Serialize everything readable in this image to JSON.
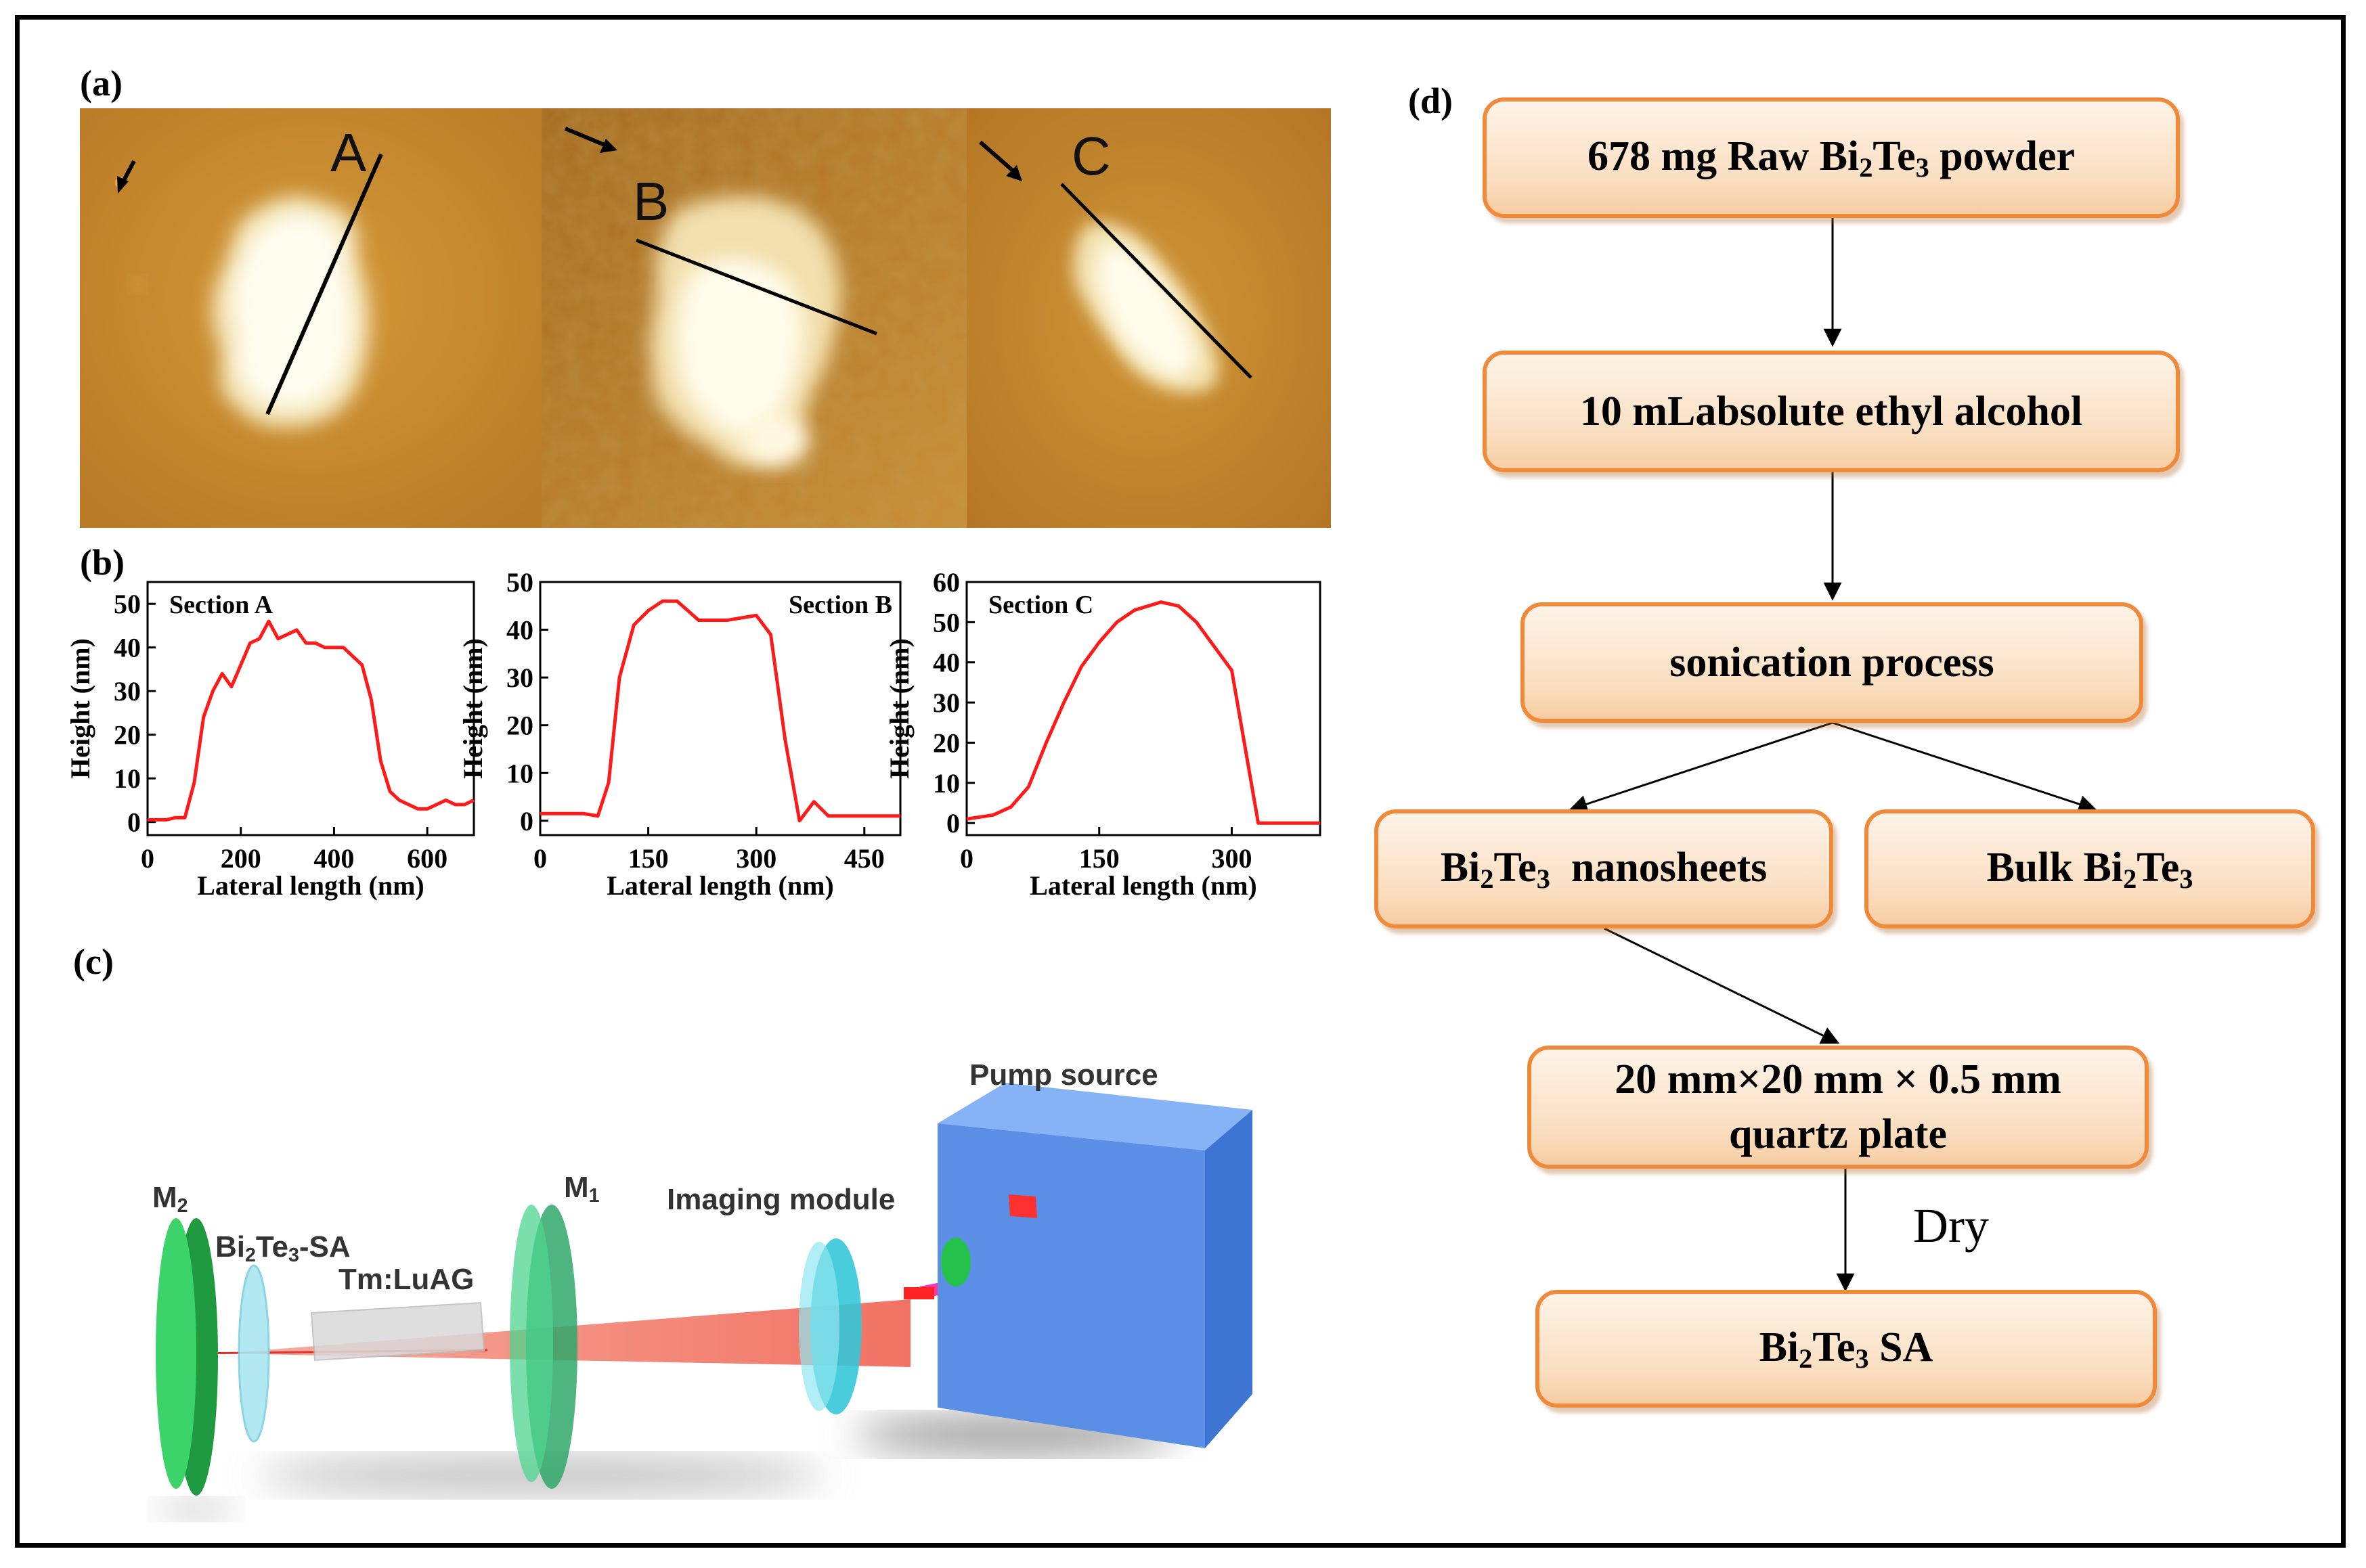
{
  "panel_labels": {
    "a": "(a)",
    "b": "(b)",
    "c": "(c)",
    "d": "(d)"
  },
  "afm": {
    "sections": [
      {
        "letter": "A"
      },
      {
        "letter": "B"
      },
      {
        "letter": "C"
      }
    ],
    "colors": {
      "background": "#c48a2e",
      "flake": "#fffbe8"
    }
  },
  "chart_data": [
    {
      "type": "line",
      "title": "Section A",
      "xlabel": "Lateral length (nm)",
      "ylabel": "Height (nm)",
      "xlim": [
        0,
        700
      ],
      "ylim": [
        -3,
        55
      ],
      "xticks": [
        0,
        200,
        400,
        600
      ],
      "yticks": [
        0,
        10,
        20,
        30,
        40,
        50
      ],
      "color": "#ff1a1a",
      "x": [
        0,
        40,
        60,
        80,
        100,
        120,
        140,
        160,
        180,
        200,
        220,
        240,
        260,
        280,
        300,
        320,
        340,
        360,
        380,
        400,
        420,
        440,
        460,
        480,
        500,
        520,
        540,
        560,
        580,
        600,
        620,
        640,
        660,
        680,
        700
      ],
      "y": [
        0.5,
        0.5,
        1,
        1,
        9,
        24,
        30,
        34,
        31,
        36,
        41,
        42,
        46,
        42,
        43,
        44,
        41,
        41,
        40,
        40,
        40,
        38,
        36,
        28,
        14,
        7,
        5,
        4,
        3,
        3,
        4,
        5,
        4,
        4,
        5
      ]
    },
    {
      "type": "line",
      "title": "Section B",
      "xlabel": "Lateral length (nm)",
      "ylabel": "Height (nm)",
      "xlim": [
        0,
        500
      ],
      "ylim": [
        -3,
        50
      ],
      "xticks": [
        0,
        150,
        300,
        450
      ],
      "yticks": [
        0,
        10,
        20,
        30,
        40,
        50
      ],
      "color": "#ff1a1a",
      "x": [
        0,
        60,
        80,
        95,
        110,
        130,
        150,
        170,
        190,
        220,
        260,
        300,
        320,
        340,
        360,
        380,
        400,
        420,
        450,
        500
      ],
      "y": [
        1.5,
        1.5,
        1,
        8,
        30,
        41,
        44,
        46,
        46,
        42,
        42,
        43,
        39,
        17,
        0,
        4,
        1,
        1,
        1,
        1
      ]
    },
    {
      "type": "line",
      "title": "Section C",
      "xlabel": "Lateral length (nm)",
      "ylabel": "Height (nm)",
      "xlim": [
        0,
        400
      ],
      "ylim": [
        -3,
        60
      ],
      "xticks": [
        0,
        150,
        300
      ],
      "yticks": [
        0,
        10,
        20,
        30,
        40,
        50,
        60
      ],
      "color": "#ff1a1a",
      "x": [
        0,
        30,
        50,
        70,
        90,
        110,
        130,
        150,
        170,
        190,
        220,
        240,
        260,
        280,
        300,
        330,
        350,
        380,
        400
      ],
      "y": [
        1,
        2,
        4,
        9,
        20,
        30,
        39,
        45,
        50,
        53,
        55,
        54,
        50,
        44,
        38,
        0,
        0,
        0,
        0
      ]
    }
  ],
  "setup": {
    "labels": {
      "m2": "M",
      "m2_sub": "2",
      "sa_pre": "Bi",
      "sa_sub1": "2",
      "sa_mid": "Te",
      "sa_sub2": "3",
      "sa_post": "-SA",
      "crystal": "Tm:LuAG",
      "m1": "M",
      "m1_sub": "1",
      "imaging": "Imaging module",
      "pump": "Pump source"
    },
    "colors": {
      "mirror": "#2fc05a",
      "beam": "#f26b5a",
      "lens": "#5fd6e6",
      "box": "#5b8fe6"
    }
  },
  "flowchart": {
    "colors": {
      "border": "#ef8a3a",
      "fill": "#fadec0"
    },
    "raw_powder": {
      "pre": "678 mg Raw Bi",
      "sub1": "2",
      "mid": "Te",
      "sub2": "3",
      "post": " powder"
    },
    "solvent": "10 mLabsolute ethyl alcohol",
    "sonication": "sonication process",
    "nanosheets": {
      "pre": "Bi",
      "sub1": "2",
      "mid": "Te",
      "sub2": "3",
      "post": "  nanosheets"
    },
    "bulk": {
      "pre": "Bulk Bi",
      "sub1": "2",
      "mid": "Te",
      "sub2": "3"
    },
    "quartz_line1": "20 mm×20 mm × 0.5 mm",
    "quartz_line2": "quartz plate",
    "dry": "Dry",
    "sa": {
      "pre": "Bi",
      "sub1": "2",
      "mid": "Te",
      "sub2": "3",
      "post": " SA"
    }
  }
}
